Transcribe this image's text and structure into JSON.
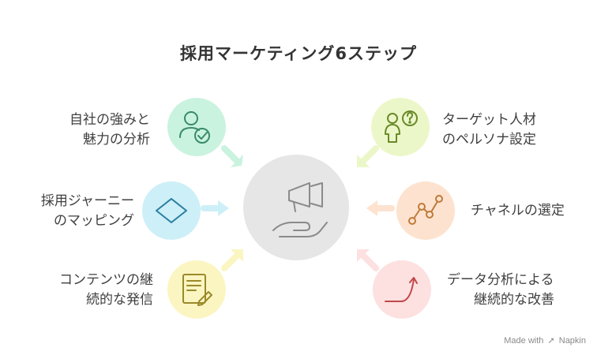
{
  "title": "採用マーケティング6ステップ",
  "steps": [
    {
      "line1": "自社の強みと",
      "line2": "魅力の分析",
      "icon": "user-check-icon",
      "color": "#c9f3df"
    },
    {
      "line1": "採用ジャーニー",
      "line2": "のマッピング",
      "icon": "diamond-icon",
      "color": "#cdeff8"
    },
    {
      "line1": "コンテンツの継",
      "line2": "続的な発信",
      "icon": "document-pen-icon",
      "color": "#fbf5c2"
    },
    {
      "line1": "ターゲット人材",
      "line2": "のペルソナ設定",
      "icon": "persona-question-icon",
      "color": "#ecf7c9"
    },
    {
      "line1": "チャネルの選定",
      "line2": "",
      "icon": "channel-graph-icon",
      "color": "#fde3cf"
    },
    {
      "line1": "データ分析による",
      "line2": "継続的な改善",
      "icon": "growth-curve-icon",
      "color": "#fde0e0"
    }
  ],
  "center_icon": "megaphone-hand-icon",
  "footer": {
    "made_with": "Made with",
    "brand": "Napkin"
  }
}
